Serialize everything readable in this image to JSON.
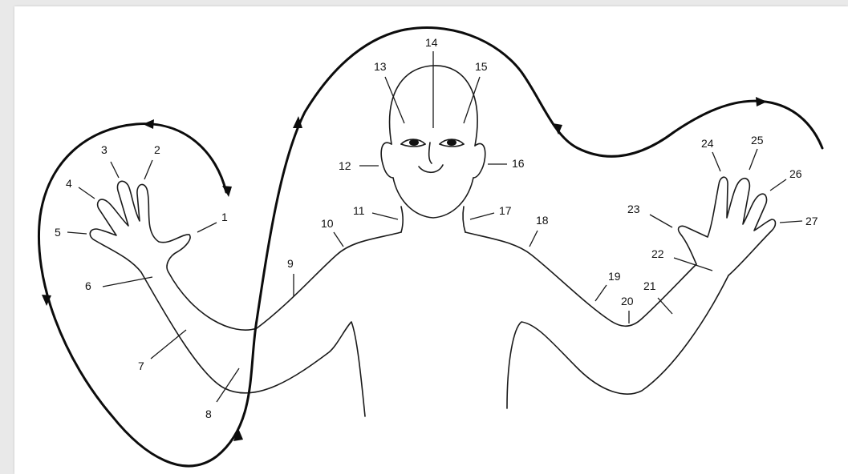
{
  "diagram": {
    "labels": [
      "1",
      "2",
      "3",
      "4",
      "5",
      "6",
      "7",
      "8",
      "9",
      "10",
      "11",
      "12",
      "13",
      "14",
      "15",
      "16",
      "17",
      "18",
      "19",
      "20",
      "21",
      "22",
      "23",
      "24",
      "25",
      "26",
      "27"
    ]
  },
  "colors": {
    "ink": "#0c0c0c",
    "background": "#ffffff",
    "page": "#e9e9e9"
  }
}
